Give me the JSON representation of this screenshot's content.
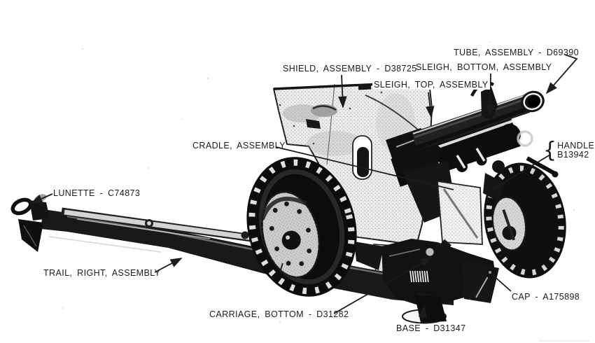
{
  "labels": {
    "tube": "TUBE, ASSEMBLY - D69390",
    "shield": "SHIELD, ASSEMBLY - D38725",
    "sleigh_bottom": "SLEIGH, BOTTOM, ASSEMBLY",
    "sleigh_top": "SLEIGH, TOP, ASSEMBLY",
    "cradle": "CRADLE, ASSEMBLY",
    "handle_brace": "{",
    "handle_line1": "HANDLE",
    "handle_line2": "B13942",
    "lunette": "LUNETTE - C74873",
    "trail": "TRAIL, RIGHT, ASSEMBLY",
    "carriage": "CARRIAGE, BOTTOM - D31282",
    "base": "BASE - D31347",
    "cap": "CAP - A175898"
  },
  "colors": {
    "ink": "#1b1b1b",
    "paper": "#ffffff",
    "halftone_gray": "#8f8f8f"
  }
}
